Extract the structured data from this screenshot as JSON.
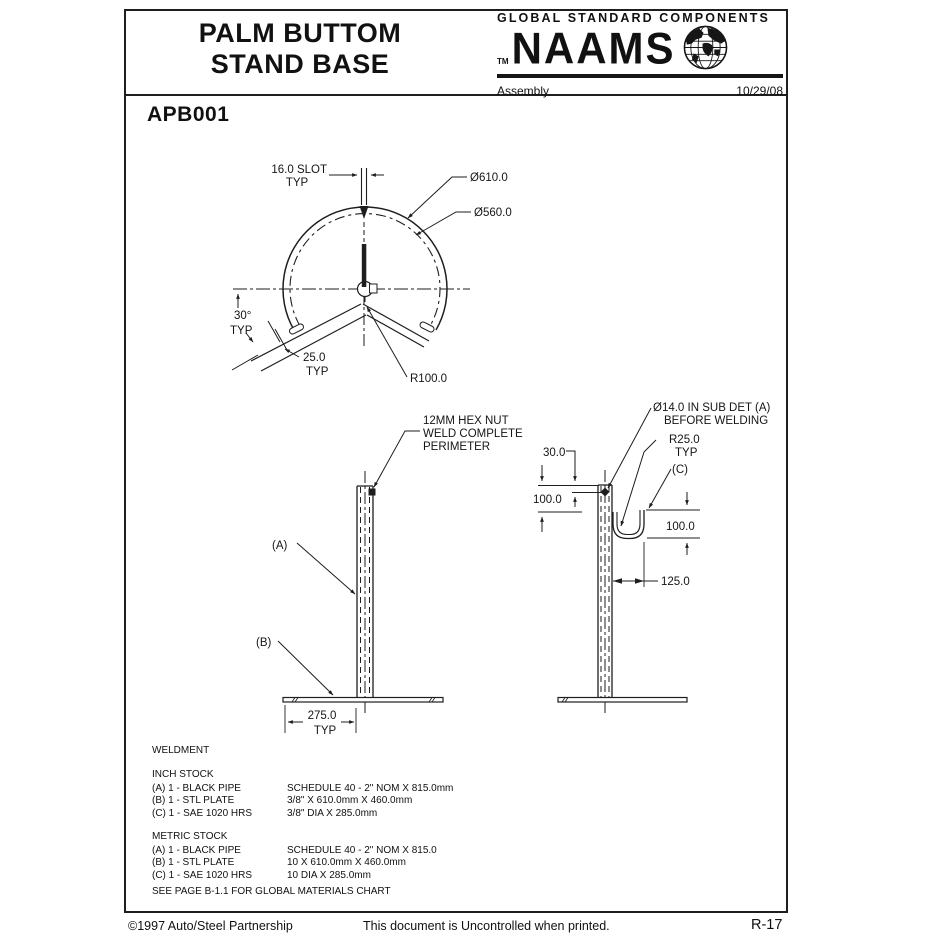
{
  "header": {
    "title_line1": "PALM BUTTOM",
    "title_line2": "STAND BASE",
    "brand_top": "GLOBAL STANDARD COMPONENTS",
    "trademark": "TM",
    "brand": "NAAMS",
    "doc_type": "Assembly",
    "date": "10/29/08"
  },
  "part_number": "APB001",
  "top_view": {
    "slot_dim": "16.0 SLOT",
    "slot_dim_typ": "TYP",
    "dia_outer": "Ø610.0",
    "dia_inner": "Ø560.0",
    "angle": "30°",
    "angle_typ": "TYP",
    "slot_width": "25.0",
    "slot_width_typ": "TYP",
    "radius": "R100.0"
  },
  "front_view": {
    "note_line1": "12MM HEX NUT",
    "note_line2": "WELD COMPLETE",
    "note_line3": "PERIMETER",
    "label_a": "(A)",
    "label_b": "(B)",
    "base_dim": "275.0",
    "base_dim_typ": "TYP"
  },
  "side_view": {
    "hole_note_line1": "Ø14.0 IN SUB DET (A)",
    "hole_note_line2": "BEFORE WELDING",
    "radius": "R25.0",
    "radius_typ": "TYP",
    "label_c": "(C)",
    "dim_30": "30.0",
    "dim_100_left": "100.0",
    "dim_100_right": "100.0",
    "dim_125": "125.0"
  },
  "notes": {
    "weldment": "WELDMENT",
    "inch_stock": {
      "heading": "INCH STOCK",
      "rows": [
        {
          "item": "(A) 1 - BLACK PIPE",
          "spec": "SCHEDULE 40 - 2\" NOM X 815.0mm"
        },
        {
          "item": "(B) 1 - STL PLATE",
          "spec": "3/8\" X 610.0mm X 460.0mm"
        },
        {
          "item": "(C) 1 - SAE 1020 HRS",
          "spec": "3/8\" DIA X 285.0mm"
        }
      ]
    },
    "metric_stock": {
      "heading": "METRIC STOCK",
      "rows": [
        {
          "item": "(A) 1 - BLACK PIPE",
          "spec": "SCHEDULE 40 - 2\" NOM X 815.0"
        },
        {
          "item": "(B) 1 - STL PLATE",
          "spec": "10 X 610.0mm X 460.0mm"
        },
        {
          "item": "(C) 1 - SAE 1020 HRS",
          "spec": "10 DIA X 285.0mm"
        }
      ]
    },
    "see_page": "SEE PAGE B-1.1 FOR GLOBAL MATERIALS CHART"
  },
  "footer": {
    "copyright": "©1997 Auto/Steel Partnership",
    "notice": "This document is Uncontrolled when printed.",
    "page_ref": "R-17"
  },
  "colors": {
    "line": "#1e1e1e",
    "text": "#151515"
  }
}
